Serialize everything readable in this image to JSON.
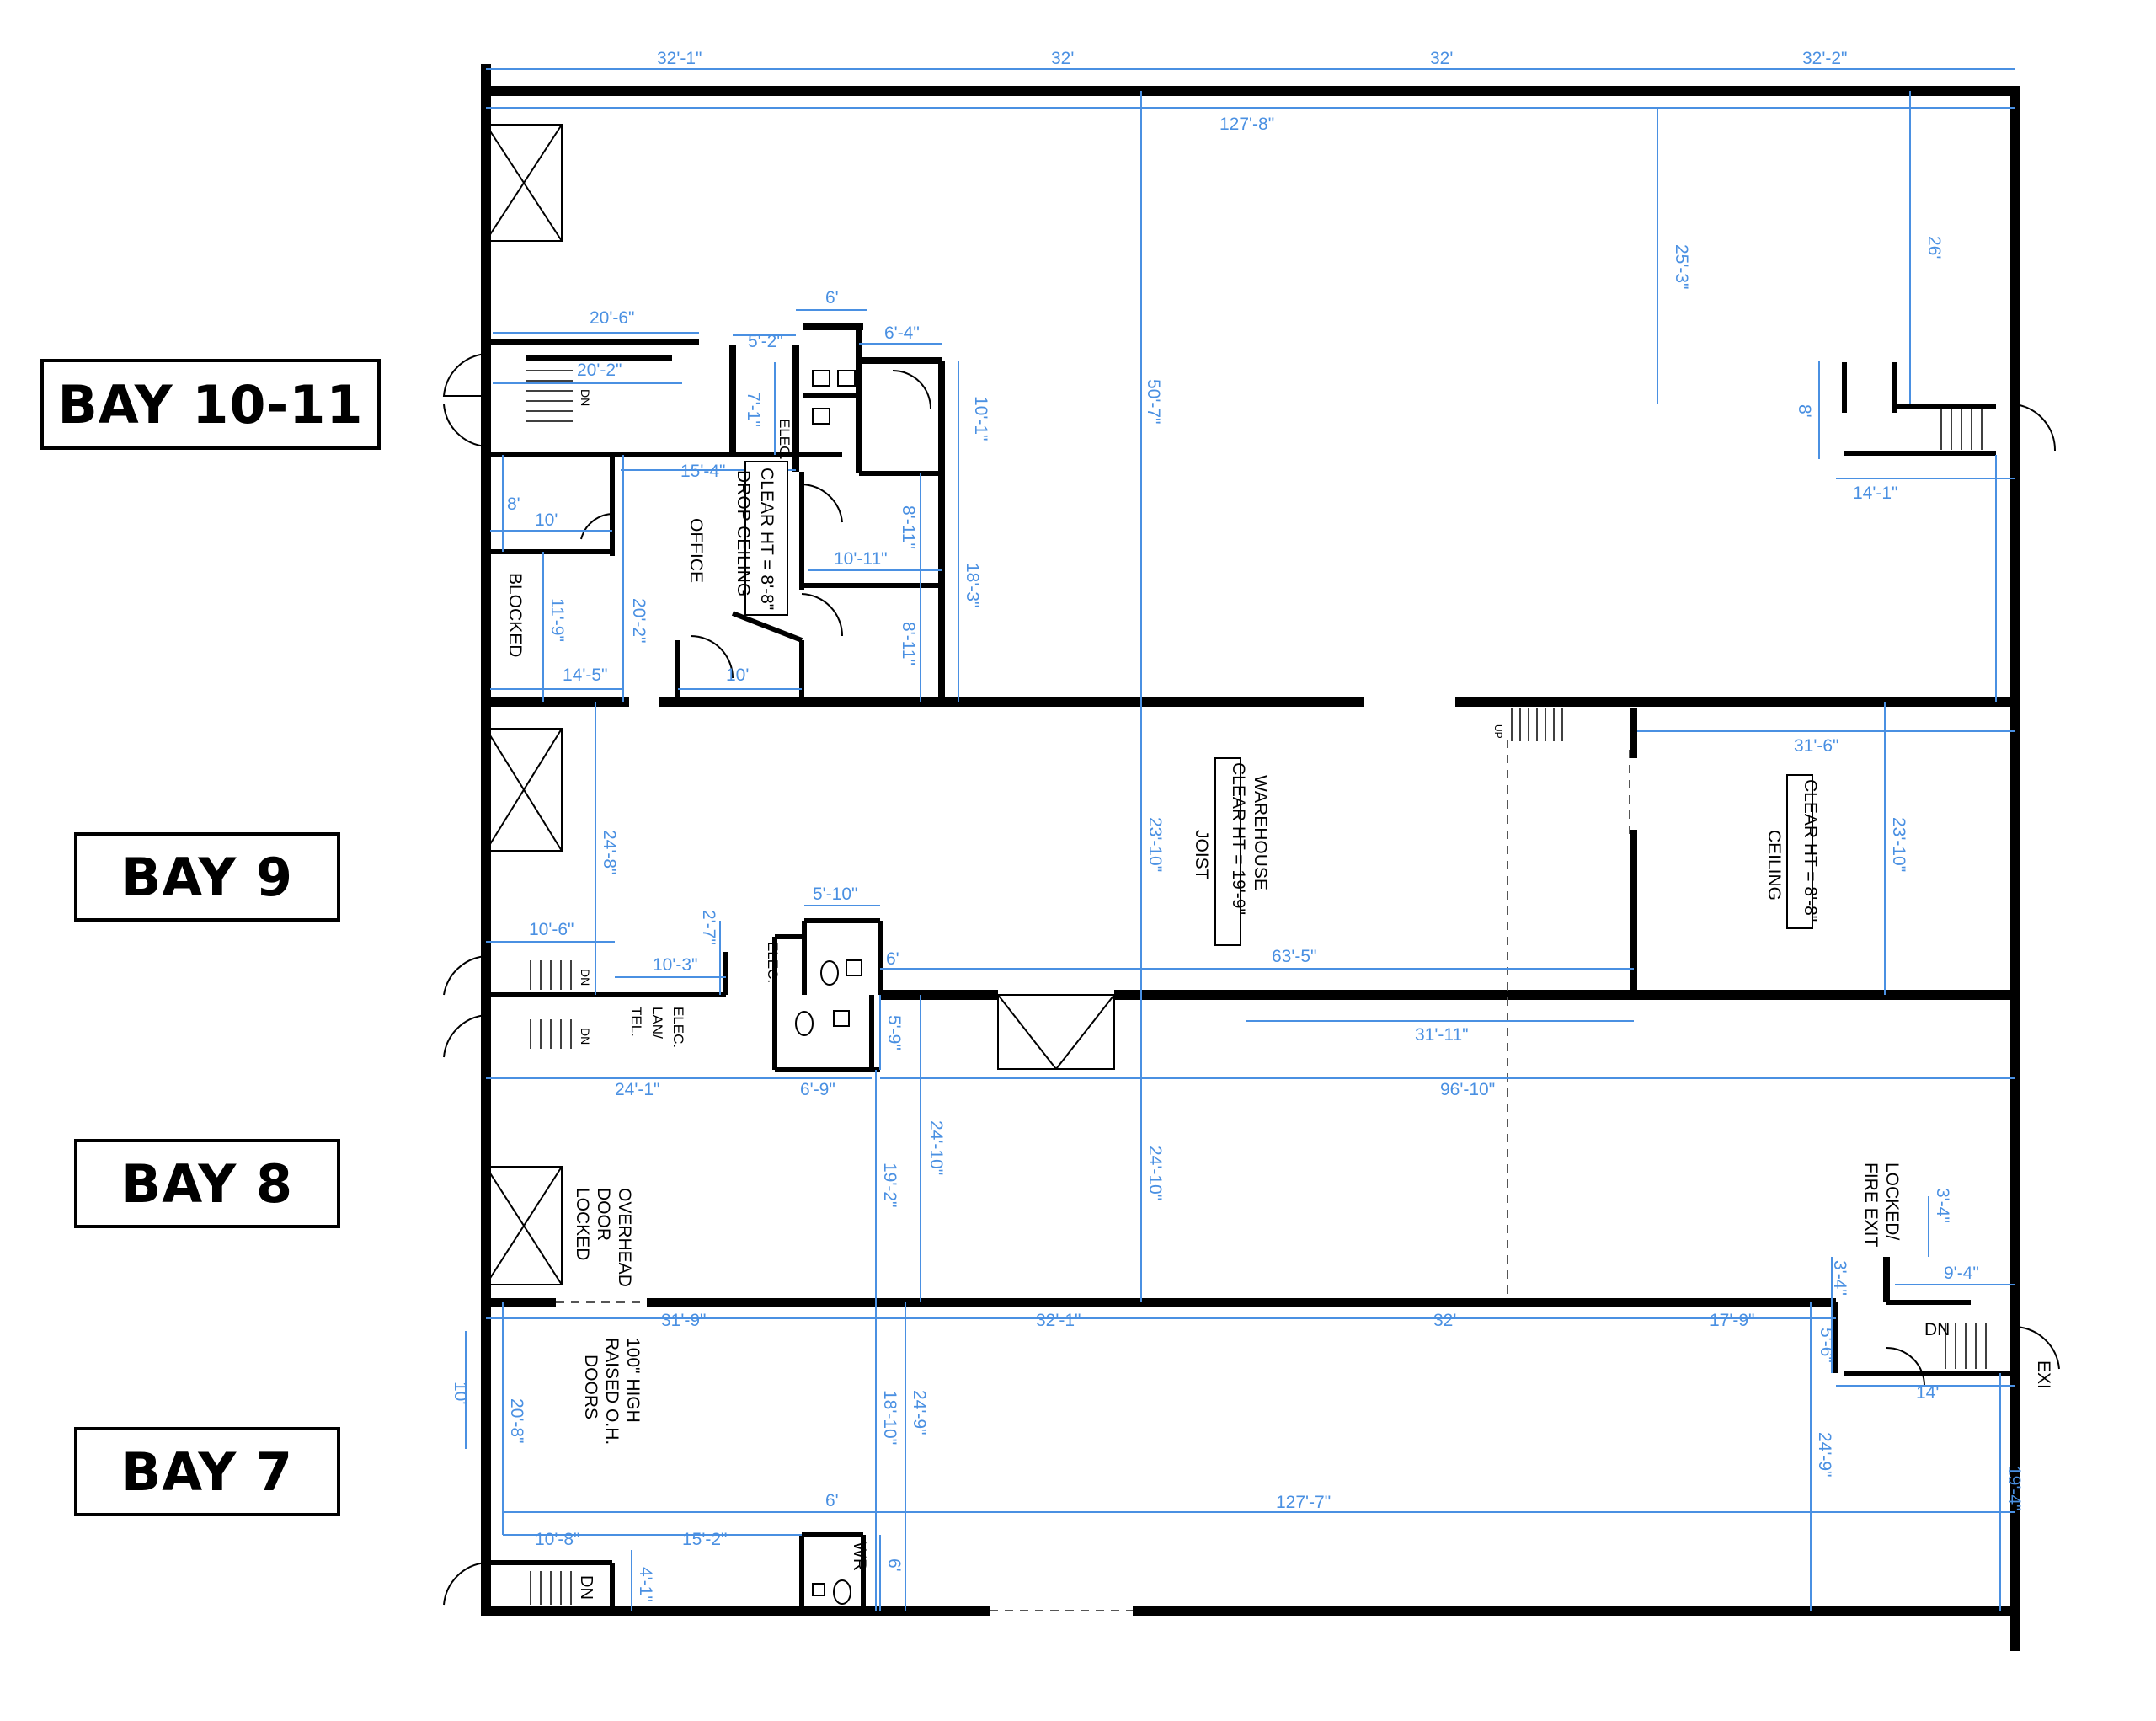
{
  "bays": [
    {
      "label": "BAY 10-11"
    },
    {
      "label": "BAY 9"
    },
    {
      "label": "BAY 8"
    },
    {
      "label": "BAY 7"
    }
  ],
  "rooms": {
    "office": "OFFICE",
    "blocked": "BLOCKED",
    "drop_ceiling_1": "CLEAR HT = 8'-8\"",
    "drop_ceiling_2": "DROP CEILING",
    "elec_top": "ELEC.",
    "warehouse": "WAREHOUSE",
    "warehouse_ht": "CLEAR HT = 19'-9\"",
    "warehouse_joist": "JOIST",
    "ceiling_ht": "CLEAR HT = 8'-8\"",
    "ceiling": "CEILING",
    "elec_mid": "ELEC.",
    "elec_lan_1": "ELEC.",
    "elec_lan_2": "LAN/",
    "elec_lan_3": "TEL.",
    "overhead_1": "OVERHEAD",
    "overhead_2": "DOOR",
    "overhead_3": "LOCKED",
    "raised_1": "100\" HIGH",
    "raised_2": "RAISED O.H.",
    "raised_3": "DOORS",
    "locked_1": "LOCKED/",
    "locked_2": "FIRE EXIT",
    "wr": "WR",
    "exit": "EXI"
  },
  "stairs": {
    "dn": "DN",
    "up": "UP"
  },
  "dimensions": {
    "top_1": "32'-1\"",
    "top_2": "32'",
    "top_3": "32'",
    "top_4": "32'-2\"",
    "overall_top": "127'-8\"",
    "d_25_3": "25'-3\"",
    "d_26": "26'",
    "d_50_7": "50'-7\"",
    "d_8_right": "8'",
    "d_14_1": "14'-1\"",
    "d_20_6": "20'-6\"",
    "d_6": "6'",
    "d_5_2": "5'-2\"",
    "d_6_4": "6'-4\"",
    "d_20_2a": "20'-2\"",
    "d_7_1": "7'-1\"",
    "d_10_1": "10'-1\"",
    "d_15_4": "15'-4\"",
    "d_8_left": "8'",
    "d_10a": "10'",
    "d_8_11a": "8'-11\"",
    "d_10_11": "10'-11\"",
    "d_18_3": "18'-3\"",
    "d_11_9": "11'-9\"",
    "d_20_2b": "20'-2\"",
    "d_8_11b": "8'-11\"",
    "d_14_5": "14'-5\"",
    "d_10b": "10'",
    "d_31_6": "31'-6\"",
    "d_23_10a": "23'-10\"",
    "d_23_10b": "23'-10\"",
    "d_24_8": "24'-8\"",
    "d_5_10": "5'-10\"",
    "d_10_6": "10'-6\"",
    "d_2_7": "2'-7\"",
    "d_6b": "6'",
    "d_63_5": "63'-5\"",
    "d_10_3": "10'-3\"",
    "d_5_9": "5'-9\"",
    "d_31_11": "31'-11\"",
    "d_24_1": "24'-1\"",
    "d_6_9": "6'-9\"",
    "d_96_10": "96'-10\"",
    "d_24_10a": "24'-10\"",
    "d_19_2": "19'-2\"",
    "d_24_10b": "24'-10\"",
    "d_3_4a": "3'-4\"",
    "d_3_4b": "3'-4\"",
    "d_9_4": "9'-4\"",
    "d_31_9": "31'-9\"",
    "d_32_1": "32'-1\"",
    "d_32b": "32'",
    "d_17_9": "17'-9\"",
    "d_5_6": "5'-6\"",
    "d_10c": "10'",
    "d_20_8": "20'-8\"",
    "d_18_10": "18'-10\"",
    "d_24_9a": "24'-9\"",
    "d_14": "14'",
    "d_24_9b": "24'-9\"",
    "d_19_4": "19'-4\"",
    "d_6c": "6'",
    "d_127_7": "127'-7\"",
    "d_10_8": "10'-8\"",
    "d_15_2": "15'-2\"",
    "d_4_1": "4'-1\"",
    "d_6d": "6'"
  }
}
